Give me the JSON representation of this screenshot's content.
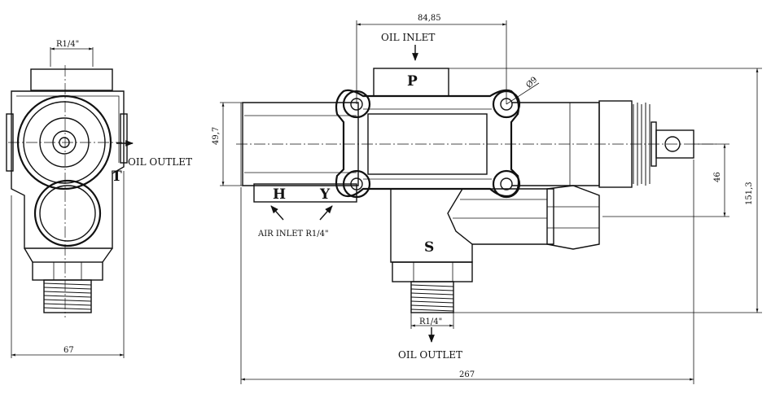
{
  "labels": {
    "dim_top_thread": "R1/4\"",
    "dim_bottom_thread": "R1/4\"",
    "dim_width_left": "67",
    "dim_top_span": "84,85",
    "dim_hole": "Ø9",
    "dim_left_height": "49,7",
    "dim_right_small": "46",
    "dim_total_height": "151,3",
    "dim_total_length": "267",
    "oil_inlet": "OIL INLET",
    "oil_outlet_side": "OIL OUTLET",
    "oil_outlet_bottom": "OIL OUTLET",
    "air_inlet": "AIR INLET  R1/4\"",
    "port_p": "P",
    "port_s": "S",
    "port_h": "H",
    "port_y": "Y",
    "port_t": "T"
  }
}
